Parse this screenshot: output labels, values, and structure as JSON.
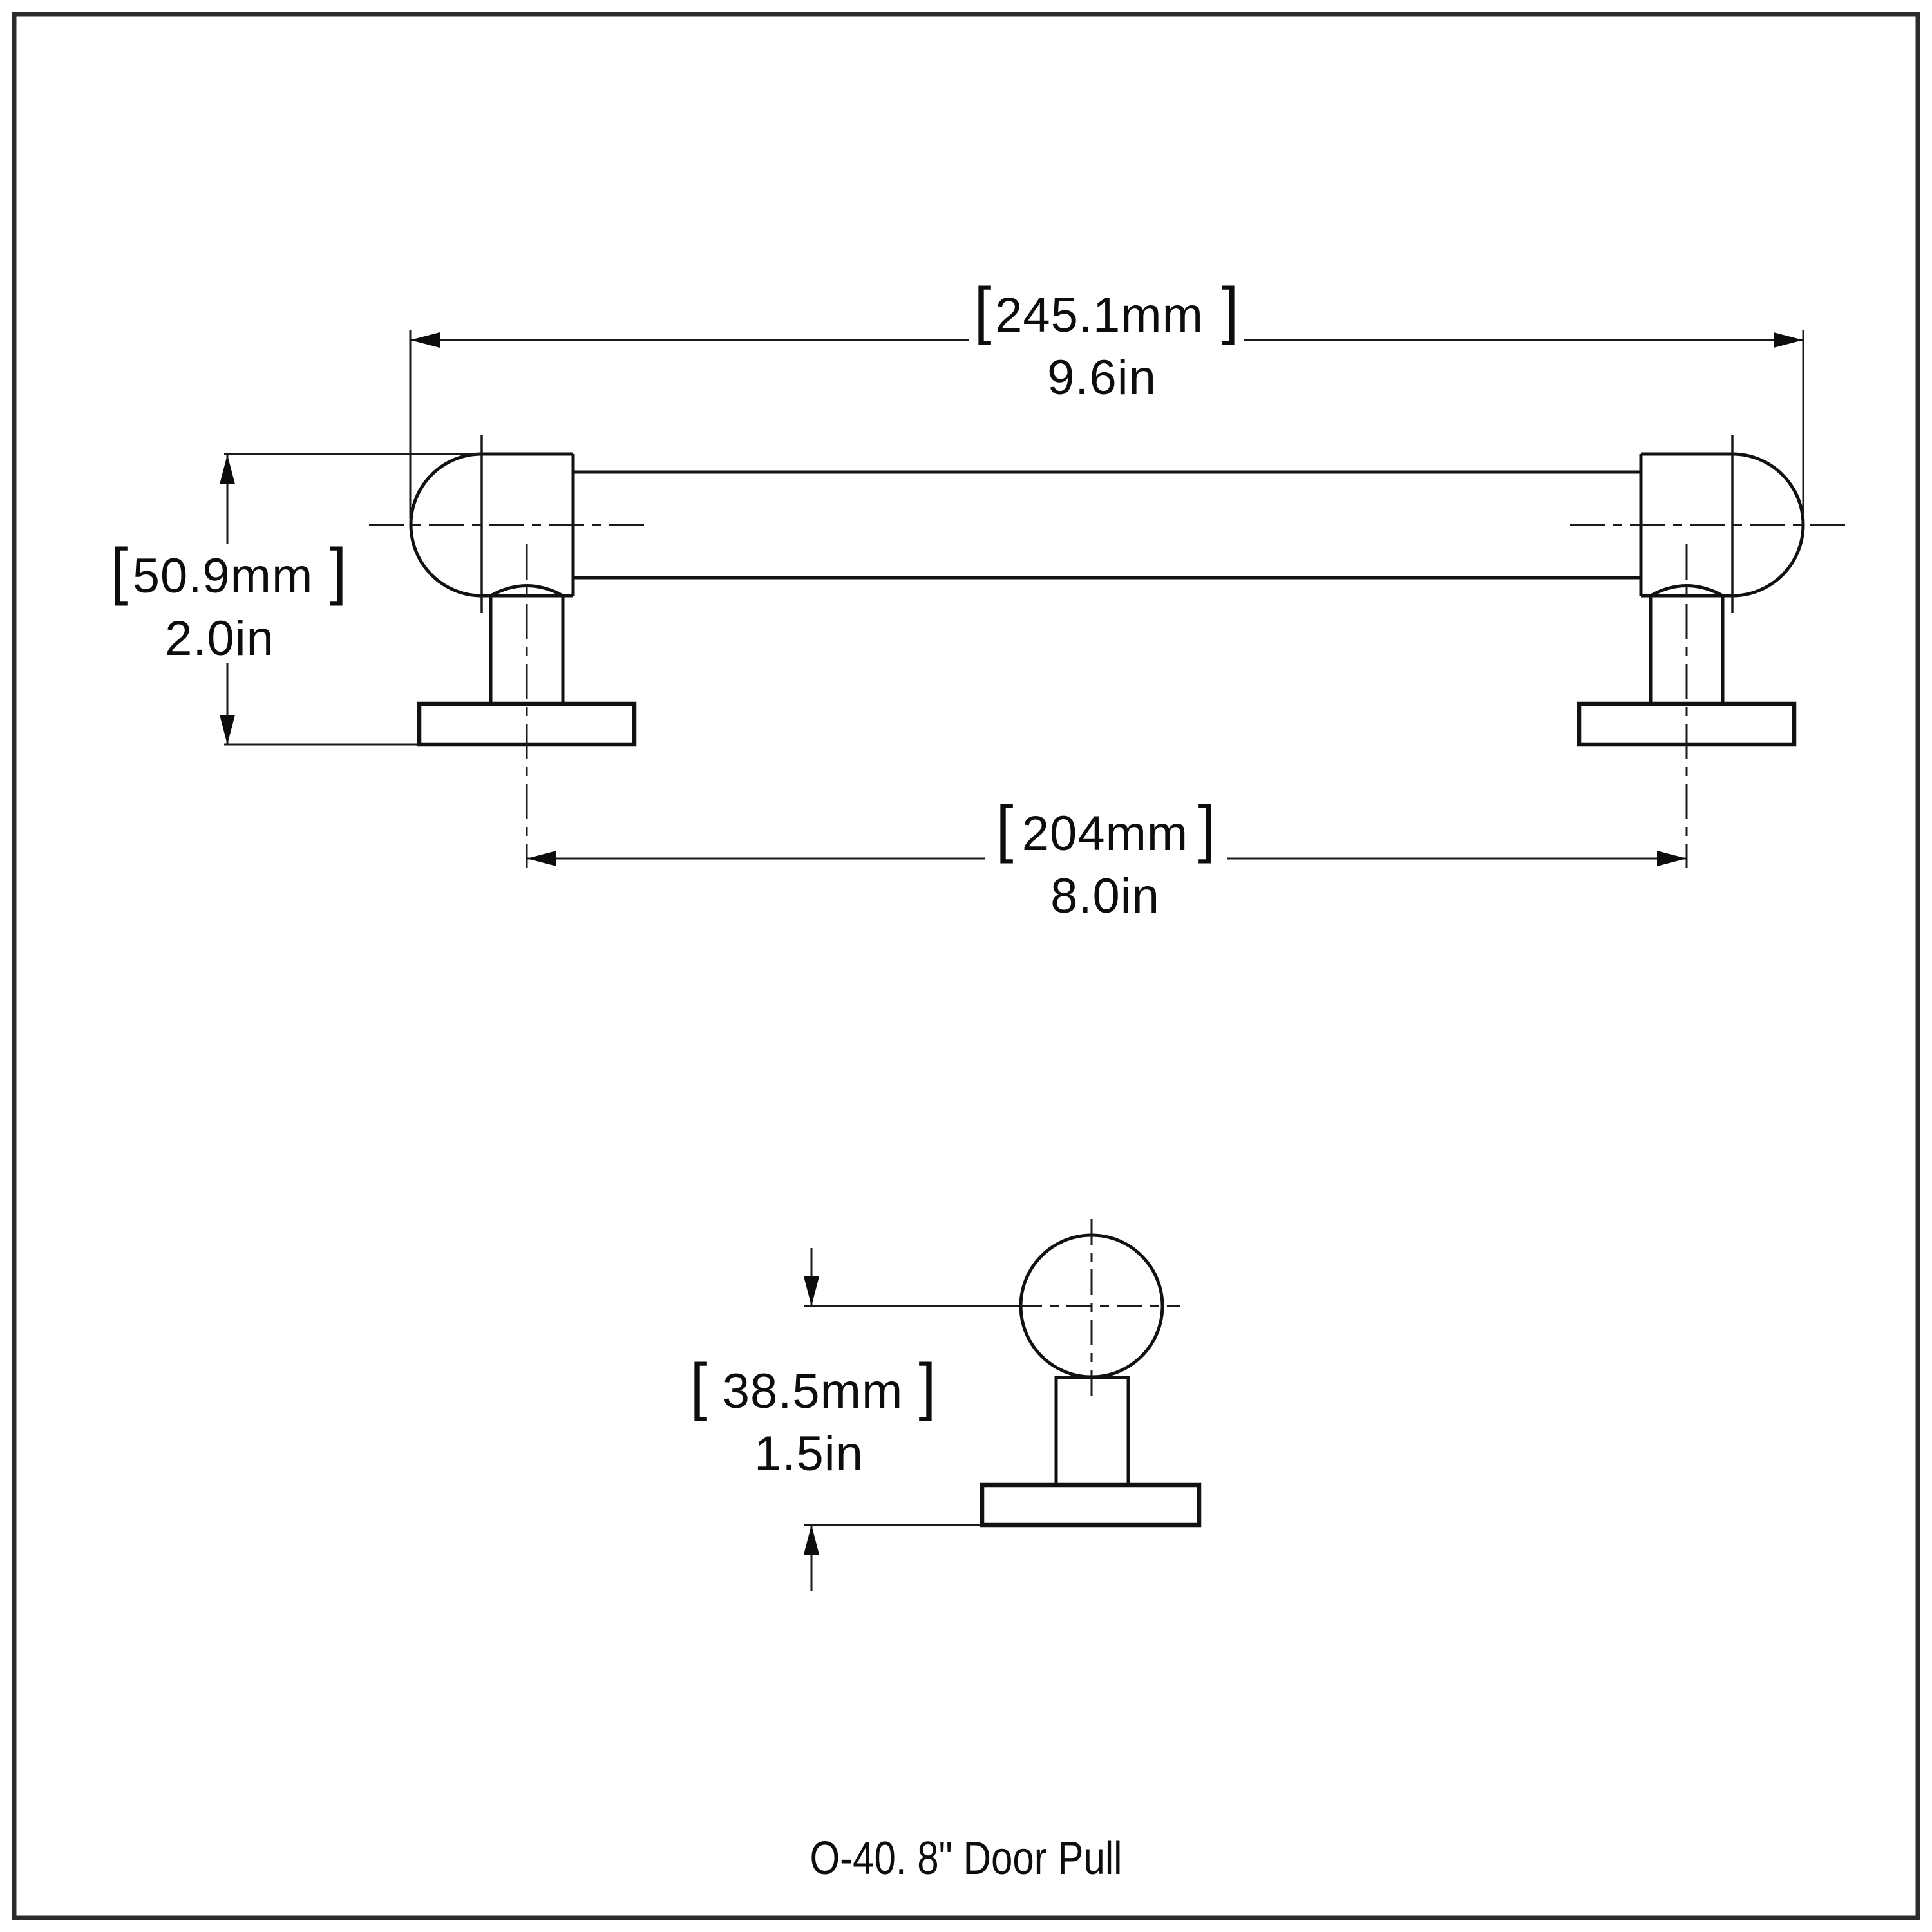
{
  "drawing": {
    "caption": "O-40. 8\" Door Pull",
    "symbols": {
      "bracket_open": "[",
      "bracket_close": "]"
    },
    "dimensions": {
      "overall_length": {
        "mm": "245.1mm",
        "inch": "9.6in"
      },
      "overall_height": {
        "mm": "50.9mm",
        "inch": "2.0in"
      },
      "center_to_center": {
        "mm": "204mm",
        "inch": "8.0in"
      },
      "projection": {
        "mm": "38.5mm",
        "inch": "1.5in"
      }
    }
  }
}
